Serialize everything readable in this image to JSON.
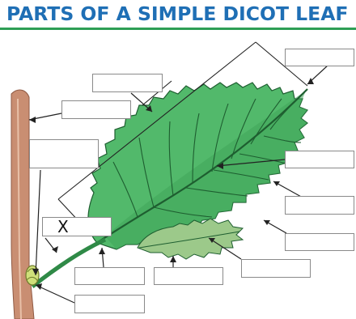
{
  "title": "PARTS OF A SIMPLE DICOT LEAF",
  "colors": {
    "title": "#1f6fb5",
    "rule": "#2e9e55",
    "leaf_fill": "#52b96b",
    "leaf_dark": "#2f8a47",
    "stipule_fill": "#9cc98a",
    "stem": "#c98e72",
    "bud": "#cfe07a"
  },
  "label_boxes": [
    {
      "id": "box-top-right",
      "text": ""
    },
    {
      "id": "box-top-center",
      "text": ""
    },
    {
      "id": "box-left-upper",
      "text": ""
    },
    {
      "id": "box-left-middle",
      "text": ""
    },
    {
      "id": "box-right-1",
      "text": ""
    },
    {
      "id": "box-right-2",
      "text": ""
    },
    {
      "id": "box-right-3",
      "text": ""
    },
    {
      "id": "box-bottom-right",
      "text": ""
    },
    {
      "id": "box-x",
      "text": "X"
    },
    {
      "id": "box-bottom-1",
      "text": ""
    },
    {
      "id": "box-bottom-2",
      "text": ""
    },
    {
      "id": "box-bottom-3",
      "text": ""
    }
  ]
}
